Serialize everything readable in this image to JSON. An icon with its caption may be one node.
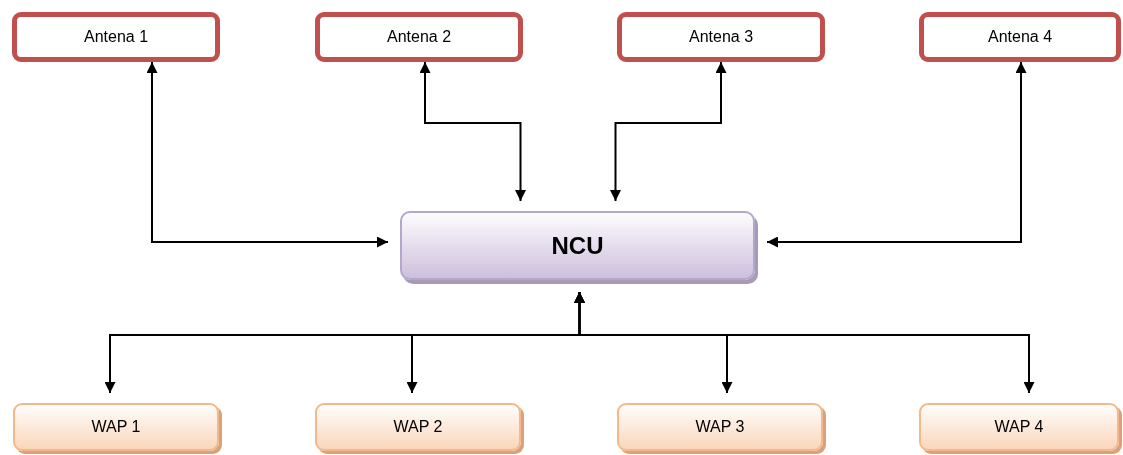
{
  "diagram": {
    "nodes": [
      {
        "text": [
          "Antena 1"
        ]
      },
      {
        "text": [
          "Antena 2"
        ]
      },
      {
        "text": [
          "Antena 3"
        ]
      },
      {
        "text": [
          "Antena 4"
        ]
      },
      {
        "text": [
          "NCU"
        ]
      },
      {
        "text": [
          "WAP 1"
        ]
      },
      {
        "text": [
          "WAP 2"
        ]
      },
      {
        "text": [
          "WAP 3"
        ]
      },
      {
        "text": [
          "WAP 4"
        ]
      }
    ],
    "edges": [
      {
        "from": 0,
        "to": 4,
        "arrow": "both"
      },
      {
        "from": 1,
        "to": 4,
        "arrow": "both"
      },
      {
        "from": 2,
        "to": 4,
        "arrow": "both"
      },
      {
        "from": 3,
        "to": 4,
        "arrow": "both"
      },
      {
        "from": 4,
        "to": 5,
        "arrow": "both"
      },
      {
        "from": 4,
        "to": 6,
        "arrow": "both"
      },
      {
        "from": 4,
        "to": 7,
        "arrow": "both"
      },
      {
        "from": 4,
        "to": 8,
        "arrow": "both"
      }
    ]
  }
}
